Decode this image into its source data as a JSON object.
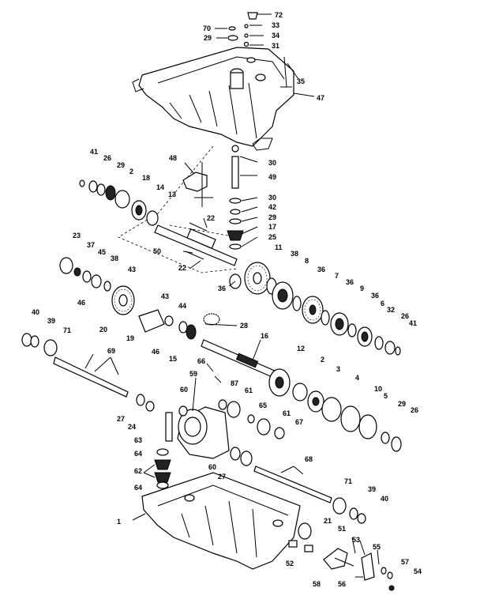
{
  "labels": [
    "72",
    "70",
    "33",
    "29",
    "34",
    "31",
    "35",
    "47",
    "41",
    "26",
    "29",
    "2",
    "18",
    "14",
    "13",
    "48",
    "30",
    "49",
    "30",
    "42",
    "29",
    "17",
    "25",
    "22",
    "22",
    "50",
    "36",
    "11",
    "38",
    "8",
    "36",
    "7",
    "36",
    "9",
    "36",
    "6",
    "32",
    "26",
    "41",
    "23",
    "37",
    "45",
    "38",
    "43",
    "46",
    "20",
    "43",
    "44",
    "28",
    "19",
    "46",
    "15",
    "16",
    "40",
    "39",
    "71",
    "69",
    "66",
    "59",
    "12",
    "2",
    "3",
    "4",
    "10",
    "5",
    "29",
    "26",
    "60",
    "87",
    "61",
    "65",
    "61",
    "67",
    "27",
    "24",
    "63",
    "64",
    "62",
    "64",
    "60",
    "27",
    "68",
    "71",
    "39",
    "40",
    "1",
    "21",
    "51",
    "53",
    "52",
    "55",
    "57",
    "54",
    "58",
    "56"
  ]
}
